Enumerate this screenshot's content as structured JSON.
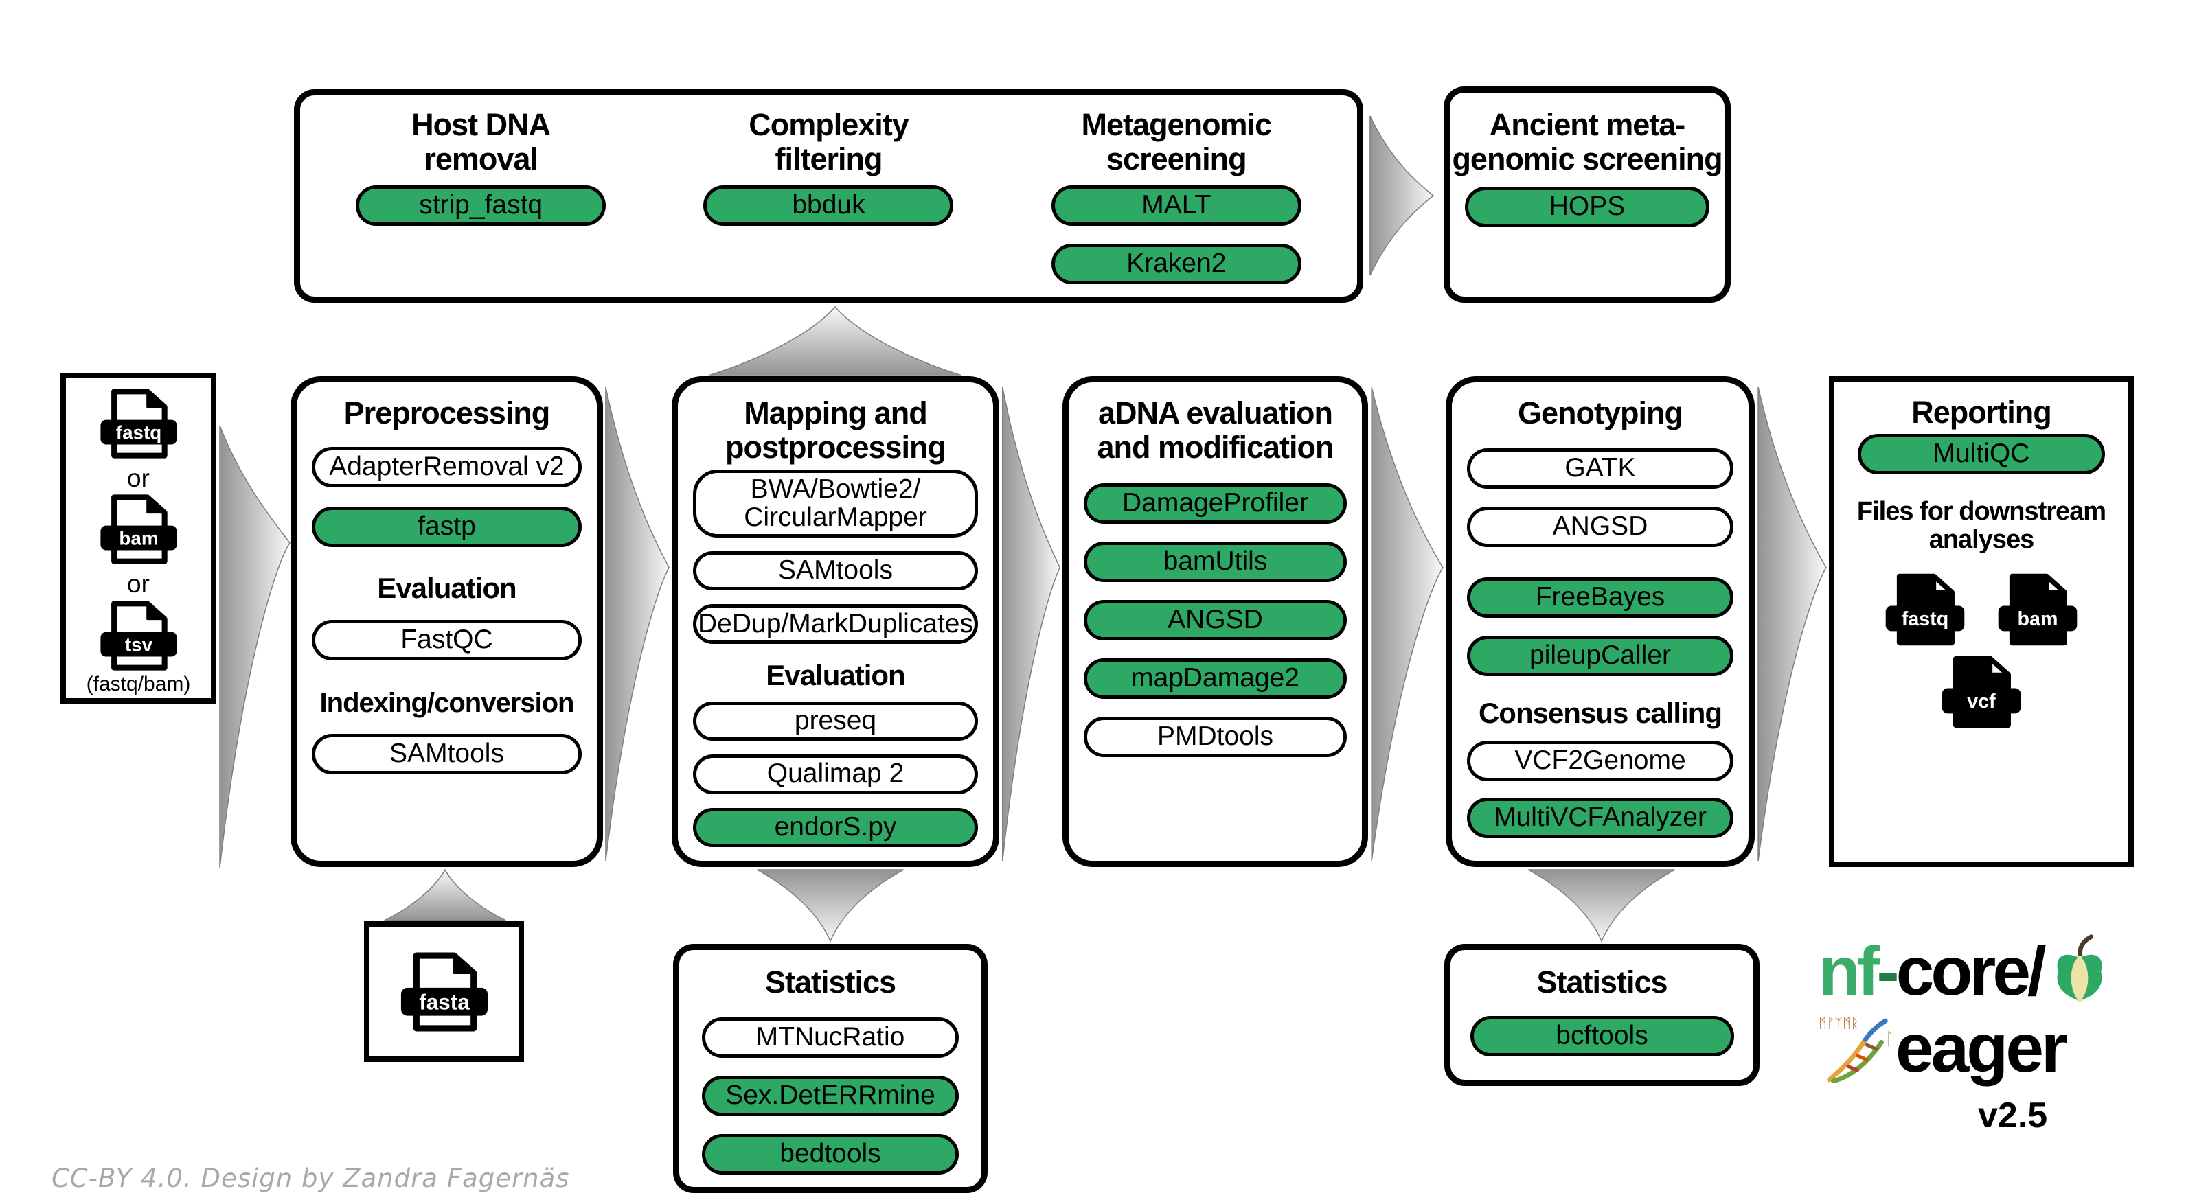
{
  "colors": {
    "green": "#2EA865",
    "arrow_dark": "#939393",
    "arrow_mid": "#c9c9c9",
    "arrow_light": "#f8f8f8"
  },
  "screening_box": {
    "host": {
      "title1": "Host DNA",
      "title2": "removal",
      "pill": "strip_fastq"
    },
    "complexity": {
      "title1": "Complexity",
      "title2": "filtering",
      "pill": "bbduk"
    },
    "metagenomic": {
      "title1": "Metagenomic",
      "title2": "screening",
      "pill1": "MALT",
      "pill2": "Kraken2"
    }
  },
  "ancient_box": {
    "title1": "Ancient meta-",
    "title2": "genomic screening",
    "pill": "HOPS"
  },
  "input_box": {
    "file1": "fastq",
    "or1": "or",
    "file2": "bam",
    "or2": "or",
    "file3": "tsv",
    "caption": "(fastq/bam)"
  },
  "preprocessing": {
    "title": "Preprocessing",
    "pill1": "AdapterRemoval v2",
    "pill2": "fastp",
    "subtitle1": "Evaluation",
    "pill3": "FastQC",
    "subtitle2": "Indexing/conversion",
    "pill4": "SAMtools"
  },
  "mapping": {
    "title1": "Mapping and",
    "title2": "postprocessing",
    "pill1a": "BWA/Bowtie2/",
    "pill1b": "CircularMapper",
    "pill2": "SAMtools",
    "pill3": "DeDup/MarkDuplicates",
    "subtitle": "Evaluation",
    "pill4": "preseq",
    "pill5": "Qualimap 2",
    "pill6": "endorS.py"
  },
  "adna": {
    "title1": "aDNA evaluation",
    "title2": "and modification",
    "pill1": "DamageProfiler",
    "pill2": "bamUtils",
    "pill3": "ANGSD",
    "pill4": "mapDamage2",
    "pill5": "PMDtools"
  },
  "genotyping": {
    "title": "Genotyping",
    "pill1": "GATK",
    "pill2": "ANGSD",
    "pill3": "FreeBayes",
    "pill4": "pileupCaller",
    "subtitle": "Consensus calling",
    "pill5": "VCF2Genome",
    "pill6": "MultiVCFAnalyzer"
  },
  "reporting": {
    "title": "Reporting",
    "pill1": "MultiQC",
    "files_title1": "Files for downstream",
    "files_title2": "analyses",
    "file1": "fastq",
    "file2": "bam",
    "file3": "vcf"
  },
  "fasta_box": {
    "file": "fasta"
  },
  "stats_mapping": {
    "title": "Statistics",
    "pill1": "MTNucRatio",
    "pill2": "Sex.DetERRmine",
    "pill3": "bedtools"
  },
  "stats_genotyping": {
    "title": "Statistics",
    "pill1": "bcftools"
  },
  "logo": {
    "nf": "nf",
    "dash": "-",
    "core": "core/",
    "eager": "eager",
    "version": "v2.5",
    "runes": "ᛗᚠᛉᛗᚱ",
    "rune_l": "ᛚ"
  },
  "footer": {
    "credit": "CC-BY 4.0. Design by Zandra Fagernäs"
  }
}
